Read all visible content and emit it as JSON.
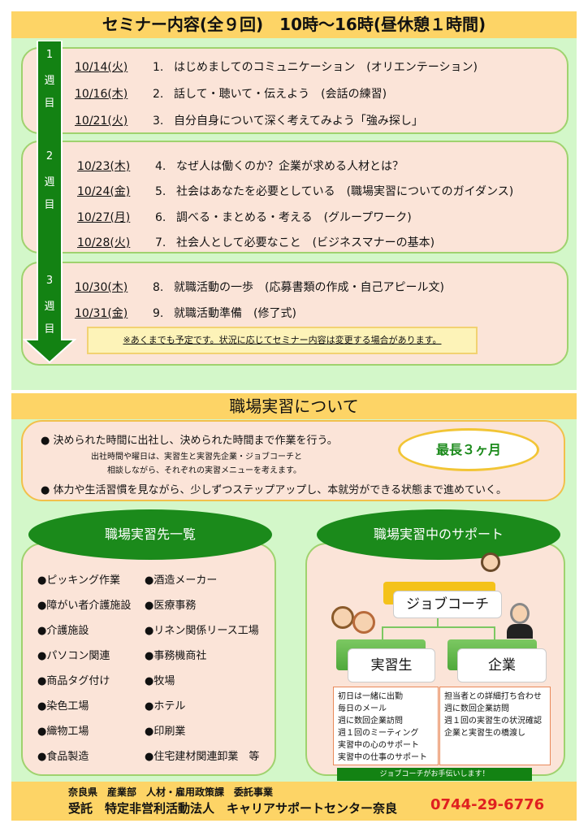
{
  "seminar": {
    "title": "セミナー内容(全９回)　10時～16時(昼休憩１時間)",
    "weeks": [
      {
        "label": [
          "1",
          "週",
          "目"
        ],
        "sessions": [
          {
            "date": "10/14(火)",
            "no": "1.",
            "text": "はじめましてのコミュニケーション　(オリエンテーション)"
          },
          {
            "date": "10/16(木)",
            "no": "2.",
            "text": "話して・聴いて・伝えよう　(会話の練習)"
          },
          {
            "date": "10/21(火)",
            "no": "3.",
            "text": "自分自身について深く考えてみよう「強み探し」"
          }
        ]
      },
      {
        "label": [
          "2",
          "週",
          "目"
        ],
        "sessions": [
          {
            "date": "10/23(木)",
            "no": "4.",
            "text": "なぜ人は働くのか？企業が求める人材とは？"
          },
          {
            "date": "10/24(金)",
            "no": "5.",
            "text": "社会はあなたを必要としている　(職場実習についてのガイダンス)"
          },
          {
            "date": "10/27(月)",
            "no": "6.",
            "text": "調べる・まとめる・考える　(グループワーク)"
          },
          {
            "date": "10/28(火)",
            "no": "7.",
            "text": "社会人として必要なこと　(ビジネスマナーの基本)"
          }
        ]
      },
      {
        "label": [
          "3",
          "週",
          "目"
        ],
        "sessions": [
          {
            "date": "10/30(木)",
            "no": "8.",
            "text": "就職活動の一歩　(応募書類の作成・自己アピール文)"
          },
          {
            "date": "10/31(金)",
            "no": "9.",
            "text": "就職活動準備　(修了式)"
          }
        ]
      }
    ],
    "note": "※あくまでも予定です。状況に応じてセミナー内容は変更する場合があります。"
  },
  "internship": {
    "title": "職場実習について",
    "bullet1": "●  決められた時間に出社し、決められた時間まで作業を行う。",
    "sub1": "出社時間や曜日は、実習生と実習先企業・ジョブコーチと",
    "sub2": "相談しながら、それぞれの実習メニューを考えます。",
    "bullet2": "●  体力や生活習慣を見ながら、少しずつステップアップし、本就労ができる状態まで進めていく。",
    "duration": "最長３ヶ月"
  },
  "places": {
    "title": "職場実習先一覧",
    "col1": [
      "●ピッキング作業",
      "●障がい者介護施設",
      "●介護施設",
      "●パソコン関連",
      "●商品タグ付け",
      "●染色工場",
      "●織物工場",
      "●食品製造"
    ],
    "col2": [
      "●酒造メーカー",
      "●医療事務",
      "●リネン関係リース工場",
      "●事務機商社",
      "●牧場",
      "●ホテル",
      "●印刷業",
      "●住宅建材関連卸業　等"
    ]
  },
  "support": {
    "title": "職場実習中のサポート",
    "coach": "ジョブコーチ",
    "trainee": "実習生",
    "company": "企業",
    "trainee_items": [
      "初日は一緒に出勤",
      "毎日のメール",
      "週に数回企業訪問",
      "週１回のミーティング",
      "実習中の心のサポート",
      "実習中の仕事のサポート"
    ],
    "company_items": [
      "担当者との詳細打ち合わせ",
      "週に数回企業訪問",
      "週１回の実習生の状況確認",
      "企業と実習生の橋渡し"
    ],
    "banner": "ジョブコーチがお手伝いします！"
  },
  "footer": {
    "line1": "奈良県　産業部　人材・雇用政策課　委託事業",
    "line2": "受託　特定非営利活動法人　キャリアサポートセンター奈良",
    "phone": "0744-29-6776"
  },
  "colors": {
    "yellow": "#fdd466",
    "green": "#1b8a1b",
    "pink": "#fbe4d8",
    "phone": "#e02020"
  }
}
